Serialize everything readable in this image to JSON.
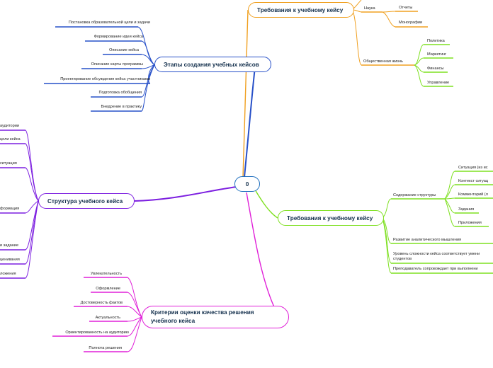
{
  "colors": {
    "center": "#1f6fbf",
    "blue": "#2750c8",
    "orange": "#f0a020",
    "purple": "#7c1ee0",
    "green": "#7ee020",
    "magenta": "#e020d8"
  },
  "center": {
    "label": "0"
  },
  "branches": {
    "stages": {
      "title": "Этапы создания учебных кейсов",
      "items": [
        "Постановка образовательной цели и задачи",
        "Формирование идеи кейса",
        "Описание кейса",
        "Описание карты программы",
        "Проектирование обсуждения кейса участниками",
        "Подготовка обобщения",
        "Внедрение в практику"
      ]
    },
    "structure": {
      "title": "Структура учебного кейса",
      "items": [
        "аудитории",
        "цели кейса",
        "ситуация",
        "формация",
        "и задание",
        "ценивания",
        "ложения"
      ]
    },
    "criteria": {
      "title": "Критерии оценки качества решения учебного кейса",
      "items": [
        "Увлекательность",
        "Оформление",
        "Достоверность фактов",
        "Актуальность",
        "Ориентированность на аудиторию",
        "Полнота решения"
      ]
    },
    "req_top": {
      "title": "Требования к учебному кейсу",
      "science": {
        "label": "Наука",
        "items": [
          "Отчеты",
          "Монографии"
        ]
      },
      "social": {
        "label": "Общественная жизнь",
        "items": [
          "Политика",
          "Маркетинг",
          "Финансы",
          "Управление"
        ]
      }
    },
    "req_main": {
      "title": "Требования к учебному кейсу",
      "content": {
        "label": "Содержание структуры",
        "items": [
          "Ситуация (из ис",
          "Контекст ситуац",
          "Комментарий (л",
          "Задания",
          "Приложения"
        ]
      },
      "extra": [
        "Развитие аналитического мышления",
        "Уровень сложности кейса соответствует умени студентов",
        "Преподаватель сопровождает при выполнени"
      ]
    }
  }
}
